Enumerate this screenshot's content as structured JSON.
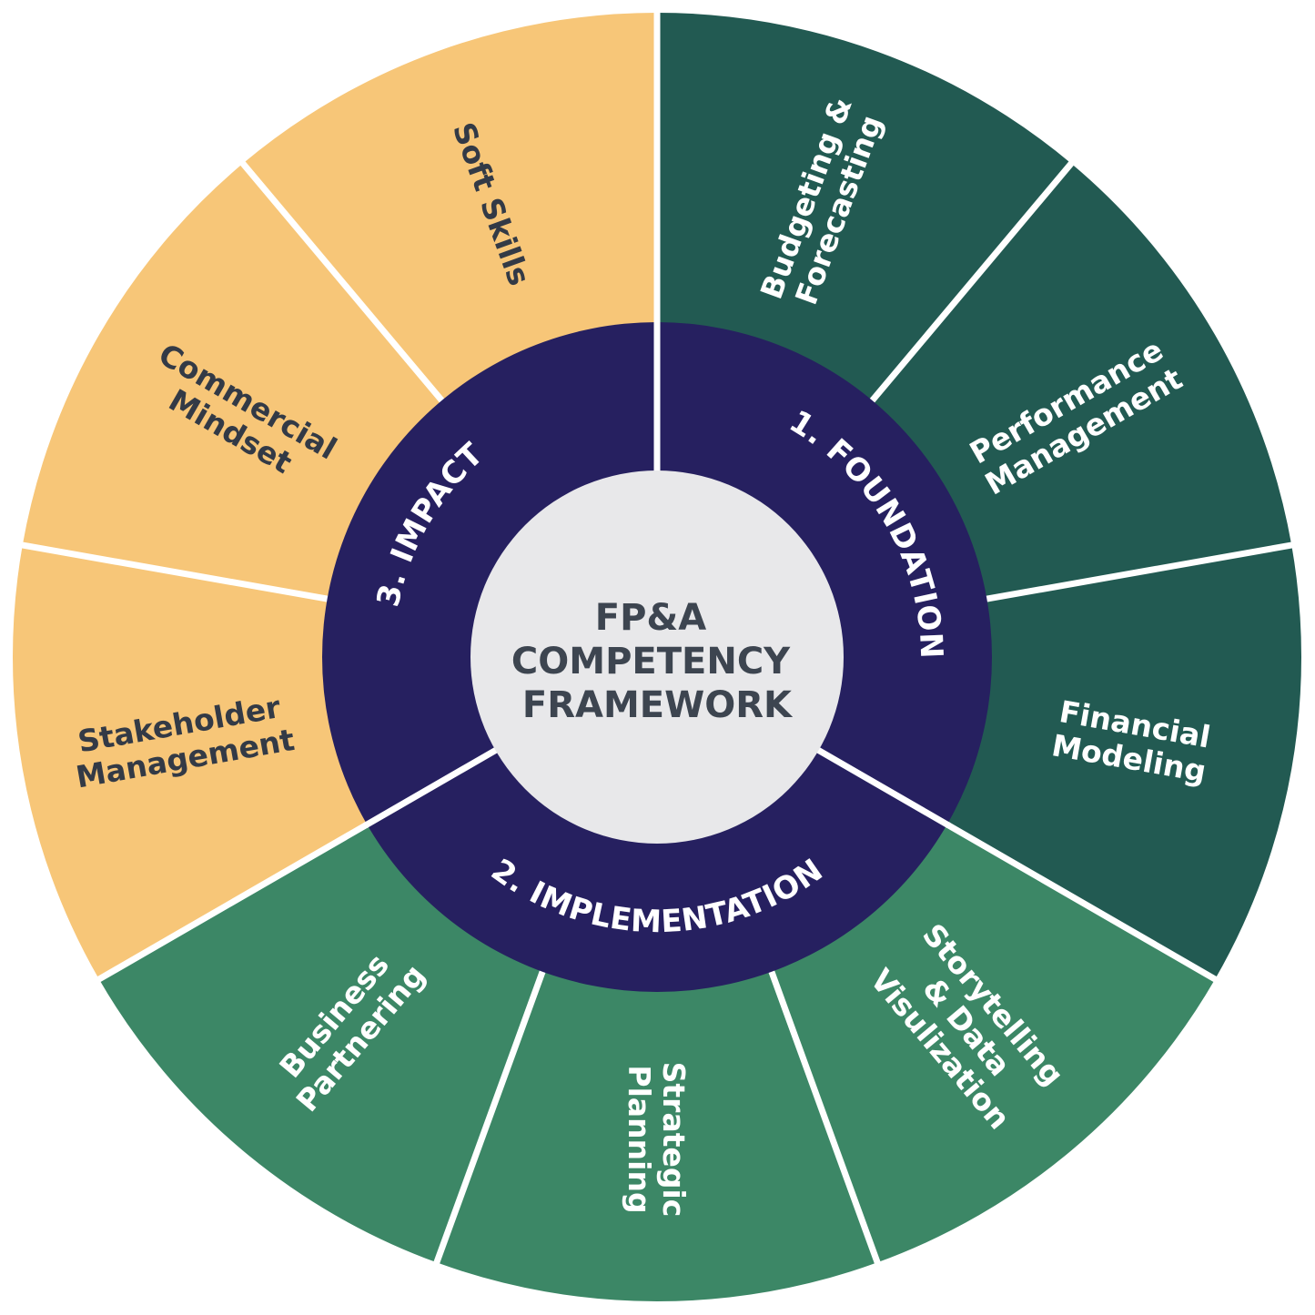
{
  "title_lines": [
    "FP&A",
    "COMPETENCY",
    "FRAMEWORK"
  ],
  "colors": {
    "foundation": "#225a52",
    "implementation": "#3c8766",
    "impact": "#f7c678",
    "ring": "#262060",
    "center": "#e8e8ea",
    "dark_text": "#333a46",
    "light_text": "#ffffff",
    "divider": "#ffffff"
  },
  "groups": [
    {
      "id": "foundation",
      "label": "1. FOUNDATION"
    },
    {
      "id": "implementation",
      "label": "2. IMPLEMENTATION"
    },
    {
      "id": "impact",
      "label": "3. IMPACT"
    }
  ],
  "competencies": [
    {
      "group": "foundation",
      "lines": [
        "Budgeting &",
        "Forecasting"
      ]
    },
    {
      "group": "foundation",
      "lines": [
        "Performance",
        "Management"
      ]
    },
    {
      "group": "foundation",
      "lines": [
        "Financial",
        "Modeling"
      ]
    },
    {
      "group": "implementation",
      "lines": [
        "Storytelling",
        "& Data",
        "Visulization"
      ]
    },
    {
      "group": "implementation",
      "lines": [
        "Strategic",
        "Planning"
      ]
    },
    {
      "group": "implementation",
      "lines": [
        "Business",
        "Partnering"
      ]
    },
    {
      "group": "impact",
      "lines": [
        "Stakeholder",
        "Management"
      ]
    },
    {
      "group": "impact",
      "lines": [
        "Commercial",
        "Mindset"
      ]
    },
    {
      "group": "impact",
      "lines": [
        "Soft Skills"
      ]
    }
  ]
}
